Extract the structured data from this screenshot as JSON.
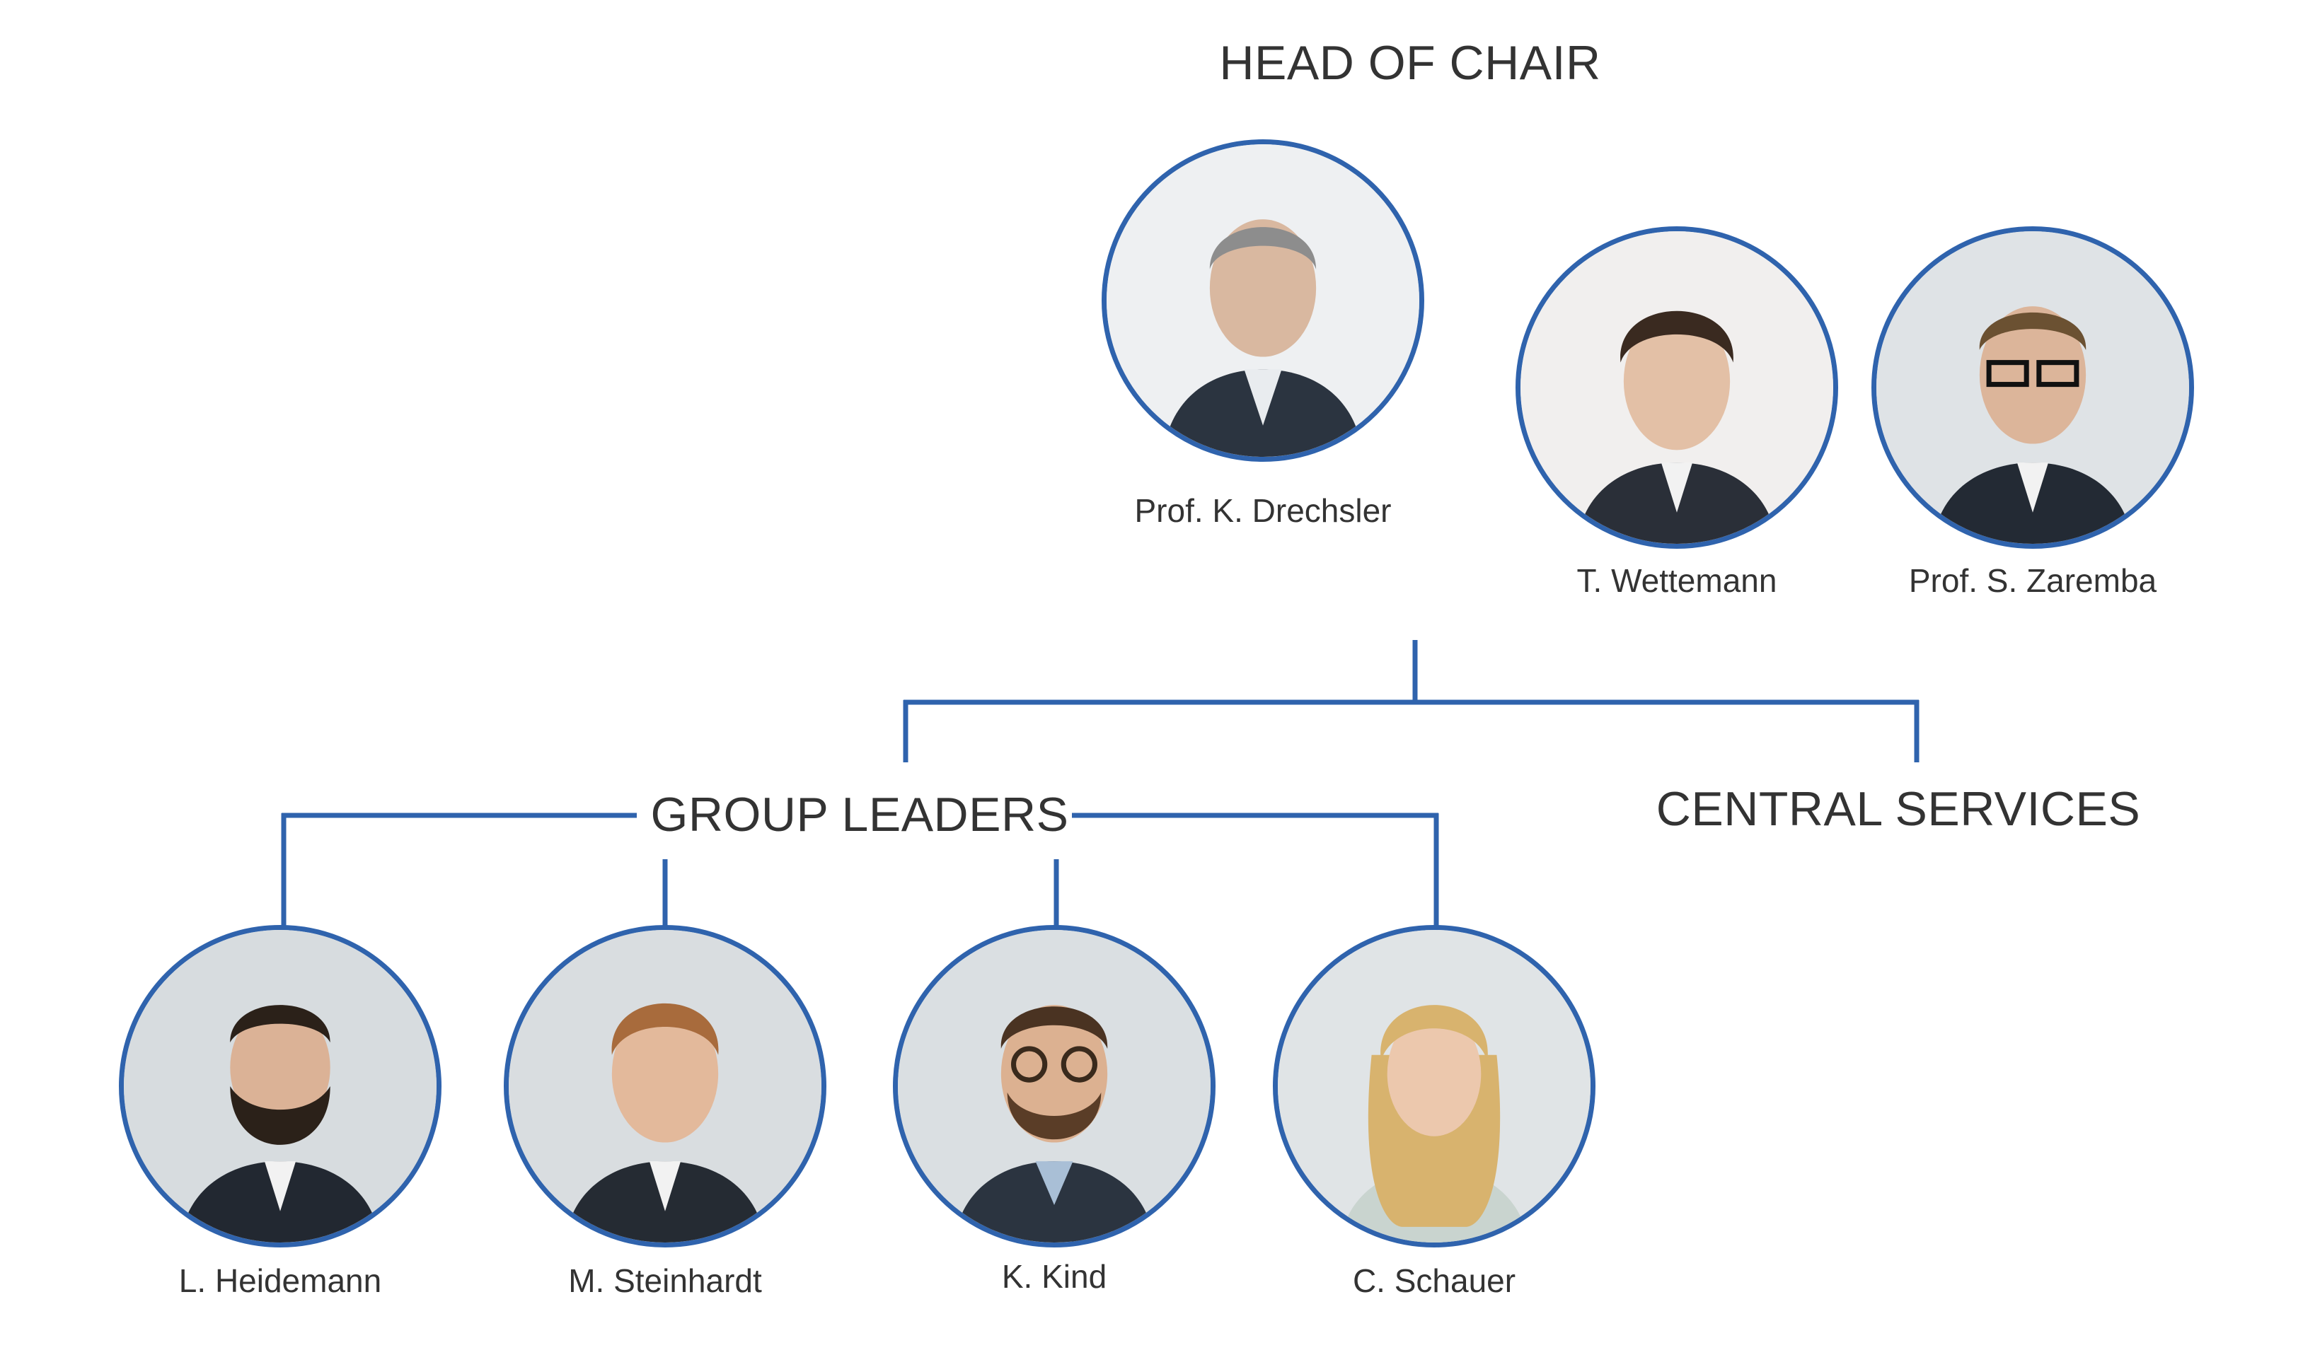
{
  "colors": {
    "accent": "#2f63ad",
    "text": "#333333",
    "background": "#ffffff"
  },
  "sections": {
    "head_of_chair": "HEAD OF CHAIR",
    "group_leaders": "GROUP LEADERS",
    "central_services": "CENTRAL SERVICES"
  },
  "people": {
    "head": {
      "name": "Prof. K. Drechsler",
      "icon": "portrait-photo"
    },
    "deputy_1": {
      "name": "T. Wettemann",
      "icon": "portrait-photo"
    },
    "deputy_2": {
      "name": "Prof. S. Zaremba",
      "icon": "portrait-photo"
    },
    "group_1": {
      "name": "L. Heidemann",
      "icon": "portrait-photo"
    },
    "group_2": {
      "name": "M. Steinhardt",
      "icon": "portrait-photo"
    },
    "group_3": {
      "name": "K. Kind",
      "icon": "portrait-photo"
    },
    "group_4": {
      "name": "C. Schauer",
      "icon": "portrait-photo"
    }
  }
}
